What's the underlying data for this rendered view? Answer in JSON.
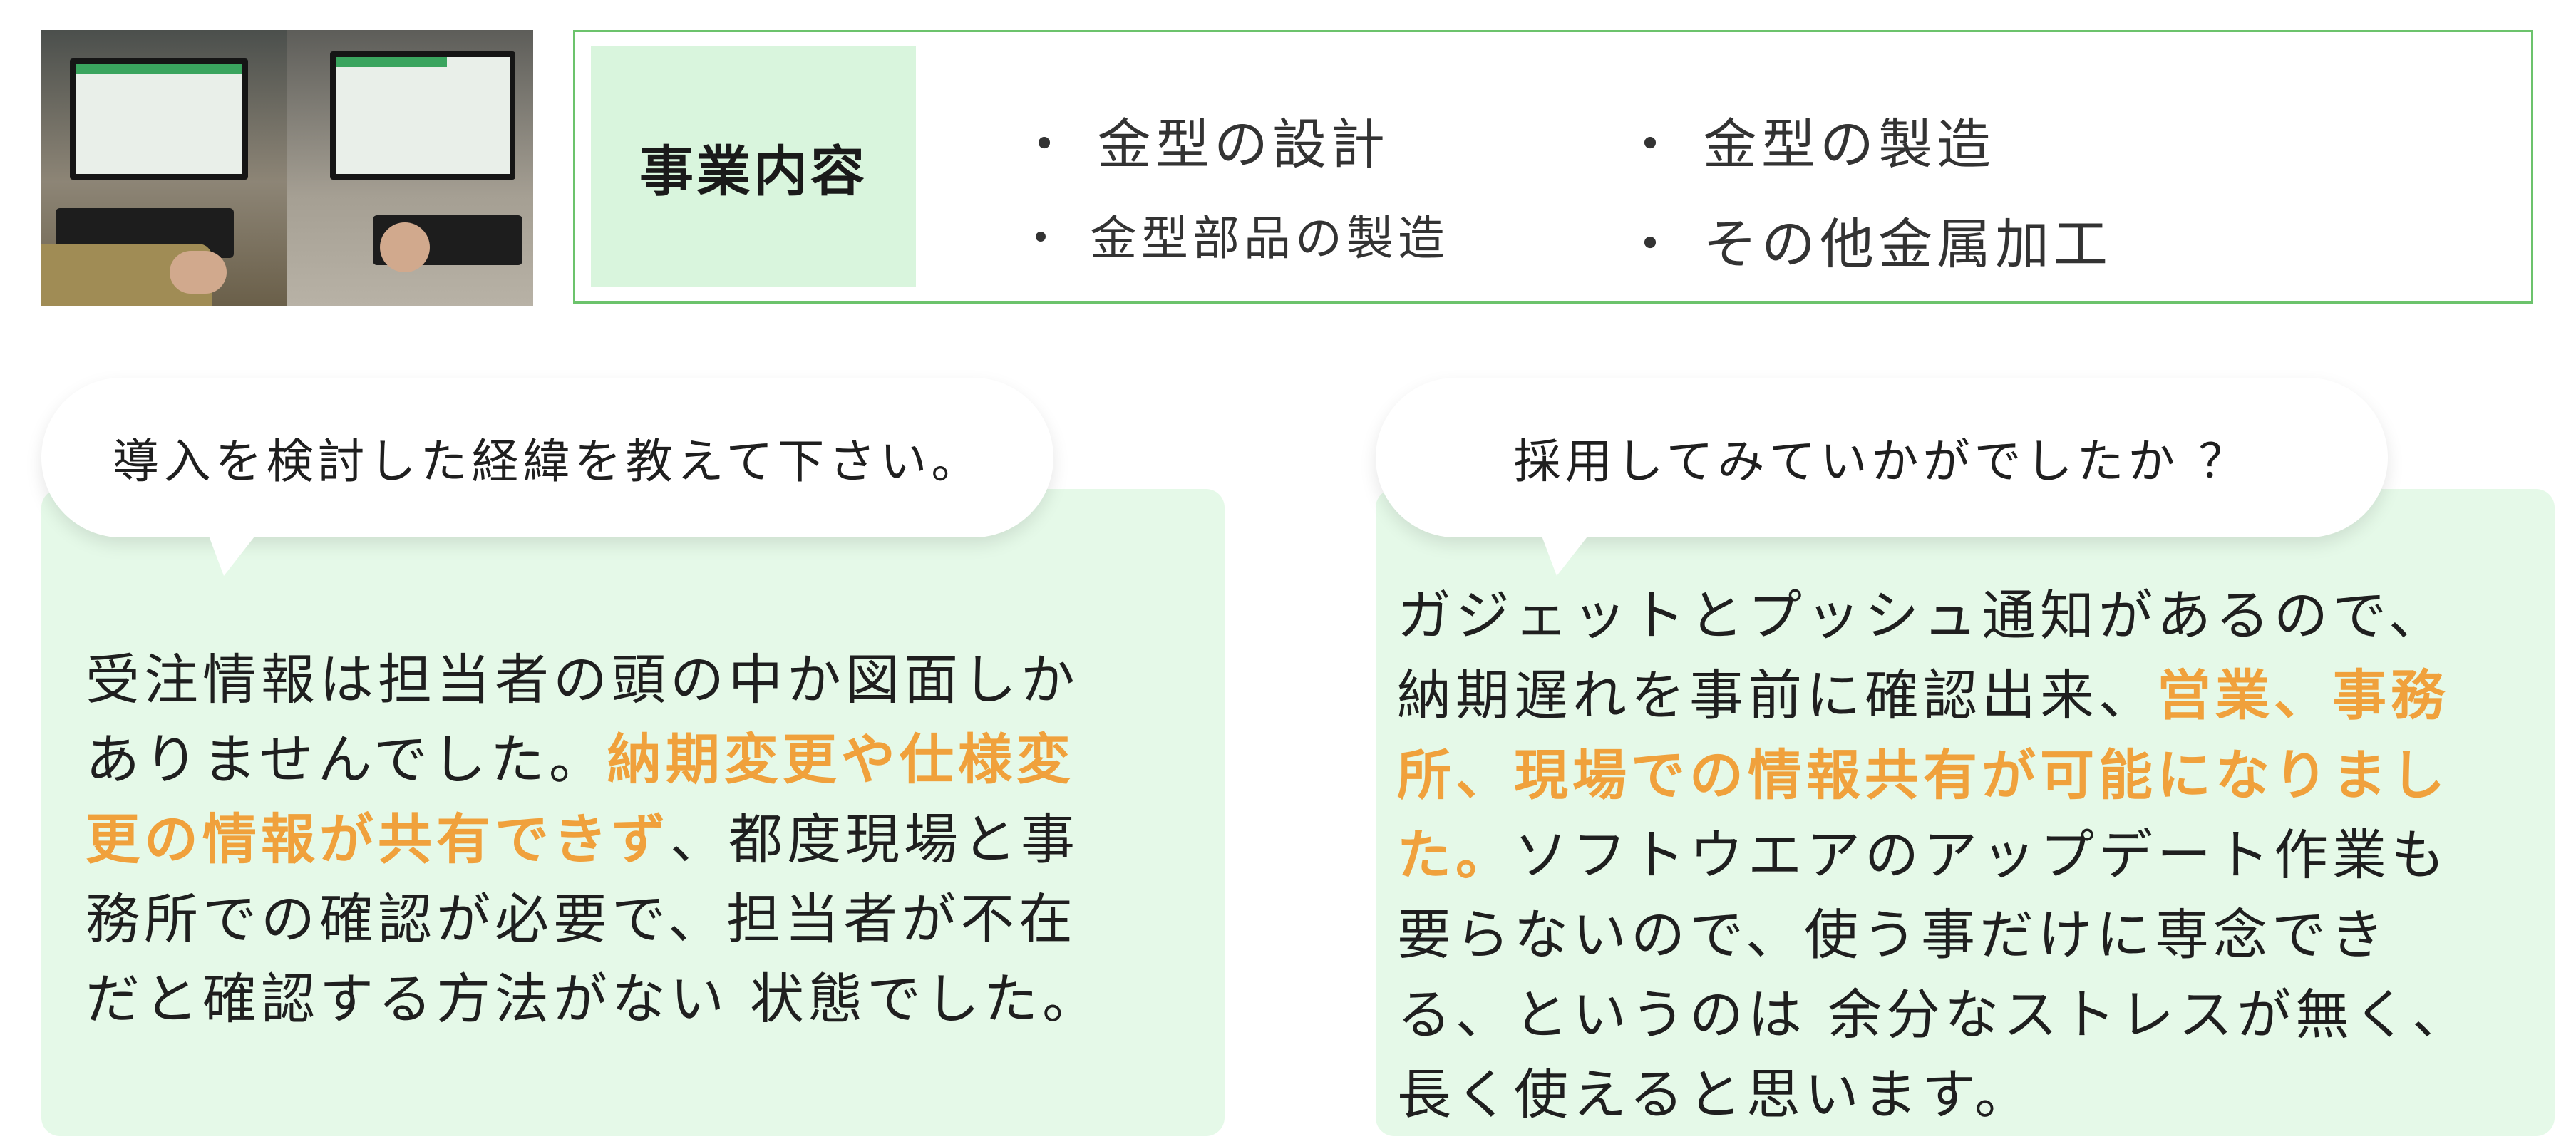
{
  "business": {
    "label": "事業内容",
    "bullet": "・",
    "items": [
      "金型の設計",
      "金型の製造",
      "金型部品の製造",
      "その他金属加工"
    ]
  },
  "left_card": {
    "question": "導入を検討した経緯を教えて下さい。",
    "lines": [
      [
        {
          "text": "受注情報は担当者の頭の中か図面しか",
          "highlight": false
        }
      ],
      [
        {
          "text": "ありませんでした。",
          "highlight": false
        },
        {
          "text": "納期変更や仕様変",
          "highlight": true
        }
      ],
      [
        {
          "text": "更の情報が共有できず",
          "highlight": true
        },
        {
          "text": "、都度現場と事",
          "highlight": false
        }
      ],
      [
        {
          "text": "務所での確認が必要で、担当者が不在",
          "highlight": false
        }
      ],
      [
        {
          "text": "だと確認する方法がない 状態でした。",
          "highlight": false
        }
      ]
    ]
  },
  "right_card": {
    "question": "採用してみていかがでしたか ？",
    "lines": [
      [
        {
          "text": "ガジェットとプッシュ通知があるので、",
          "highlight": false
        }
      ],
      [
        {
          "text": "納期遅れを事前に確認出来、",
          "highlight": false
        },
        {
          "text": "営業、事務",
          "highlight": true
        }
      ],
      [
        {
          "text": "所、現場での情報共有が可能になりまし",
          "highlight": true
        }
      ],
      [
        {
          "text": "た。",
          "highlight": true
        },
        {
          "text": "ソフトウエアのアップデート作業も",
          "highlight": false
        }
      ],
      [
        {
          "text": "要らないので、使う事だけに専念でき",
          "highlight": false
        }
      ],
      [
        {
          "text": "る、というのは 余分なストレスが無く、",
          "highlight": false
        }
      ],
      [
        {
          "text": "長く使えると思います。",
          "highlight": false
        }
      ]
    ]
  },
  "colors": {
    "accent_green": "#6cc36c",
    "card_bg": "#e5f9e8",
    "label_bg": "#d9f5dd",
    "highlight": "#f0a13c"
  }
}
